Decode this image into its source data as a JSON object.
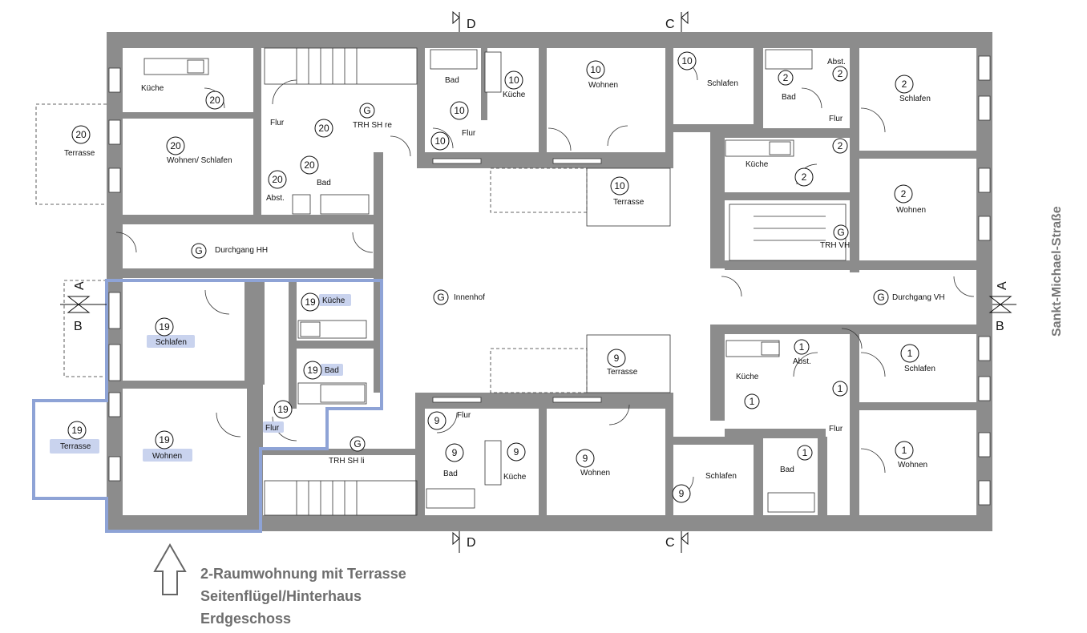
{
  "street": "Sankt-Michael-Straße",
  "caption": [
    "2-Raumwohnung mit Terrasse",
    "Seitenflügel/Hinterhaus",
    "Erdgeschoss"
  ],
  "sections": {
    "a": "A",
    "b": "B",
    "c": "C",
    "d": "D"
  },
  "colors": {
    "wall": "#8c8c8c",
    "highlight": "#8ea3d6",
    "label_bg": "#c9d3ee",
    "caption": "#6e6e6e"
  },
  "rooms": {
    "kueche": "Küche",
    "bad": "Bad",
    "flur": "Flur",
    "schlafen": "Schlafen",
    "wohnen": "Wohnen",
    "terrasse": "Terrasse",
    "abst": "Abst.",
    "wohnen_schlafen": "Wohnen/ Schlafen",
    "trh_sh_re": "TRH SH re",
    "trh_sh_li": "TRH SH li",
    "trh_vh": "TRH VH",
    "durchgang_hh": "Durchgang HH",
    "durchgang_vh": "Durchgang VH",
    "innenhof": "Innenhof"
  },
  "unit_numbers": {
    "u1": "1",
    "u2": "2",
    "u9": "9",
    "u10": "10",
    "u19": "19",
    "u20": "20",
    "g": "G"
  }
}
